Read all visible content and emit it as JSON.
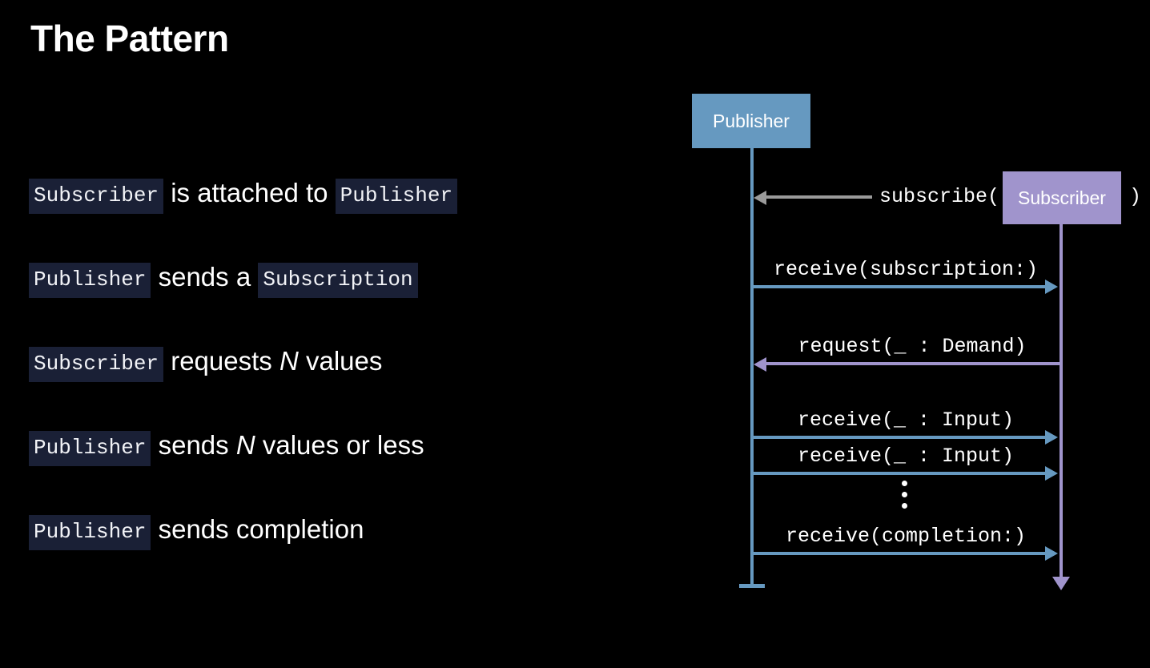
{
  "slide": {
    "title": "The Pattern",
    "background_color": "#000000",
    "text_color": "#ffffff",
    "code_background_color": "#1a2036"
  },
  "bullets": [
    {
      "id": "bullet-subscriber-attached",
      "parts": [
        {
          "kind": "code",
          "text": "Subscriber"
        },
        {
          "kind": "plain",
          "text": " is attached to "
        },
        {
          "kind": "code",
          "text": "Publisher"
        }
      ]
    },
    {
      "id": "bullet-publisher-sends-subscription",
      "parts": [
        {
          "kind": "code",
          "text": "Publisher"
        },
        {
          "kind": "plain",
          "text": " sends a "
        },
        {
          "kind": "code",
          "text": "Subscription"
        }
      ]
    },
    {
      "id": "bullet-subscriber-requests-n",
      "parts": [
        {
          "kind": "code",
          "text": "Subscriber"
        },
        {
          "kind": "plain",
          "text": " requests "
        },
        {
          "kind": "italic",
          "text": "N"
        },
        {
          "kind": "plain",
          "text": " values"
        }
      ]
    },
    {
      "id": "bullet-publisher-sends-n",
      "parts": [
        {
          "kind": "code",
          "text": "Publisher"
        },
        {
          "kind": "plain",
          "text": " sends "
        },
        {
          "kind": "italic",
          "text": "N"
        },
        {
          "kind": "plain",
          "text": " values or less"
        }
      ]
    },
    {
      "id": "bullet-publisher-sends-completion",
      "parts": [
        {
          "kind": "code",
          "text": "Publisher"
        },
        {
          "kind": "plain",
          "text": " sends completion"
        }
      ]
    }
  ],
  "diagram": {
    "type": "sequence-diagram",
    "actors": [
      {
        "id": "publisher",
        "label": "Publisher",
        "color": "#6699c0"
      },
      {
        "id": "subscriber",
        "label": "Subscriber",
        "color": "#a094cc"
      }
    ],
    "messages": [
      {
        "id": "subscribe",
        "label_prefix": "subscribe(",
        "label_boxed": "Subscriber",
        "label_suffix": ")",
        "from": "subscriber",
        "to": "publisher",
        "direction": "left",
        "color": "#9a9a9a"
      },
      {
        "id": "receive-subscription",
        "label": "receive(subscription:)",
        "from": "publisher",
        "to": "subscriber",
        "direction": "right",
        "color": "#6699c0"
      },
      {
        "id": "request-demand",
        "label": "request(_ : Demand)",
        "from": "subscriber",
        "to": "publisher",
        "direction": "left",
        "color": "#a094cc"
      },
      {
        "id": "receive-input-1",
        "label": "receive(_ : Input)",
        "from": "publisher",
        "to": "subscriber",
        "direction": "right",
        "color": "#6699c0"
      },
      {
        "id": "receive-input-2",
        "label": "receive(_ : Input)",
        "from": "publisher",
        "to": "subscriber",
        "direction": "right",
        "color": "#6699c0"
      },
      {
        "id": "receive-completion",
        "label": "receive(completion:)",
        "from": "publisher",
        "to": "subscriber",
        "direction": "right",
        "color": "#6699c0"
      }
    ],
    "ellipsis": "vertical-three-dots"
  }
}
